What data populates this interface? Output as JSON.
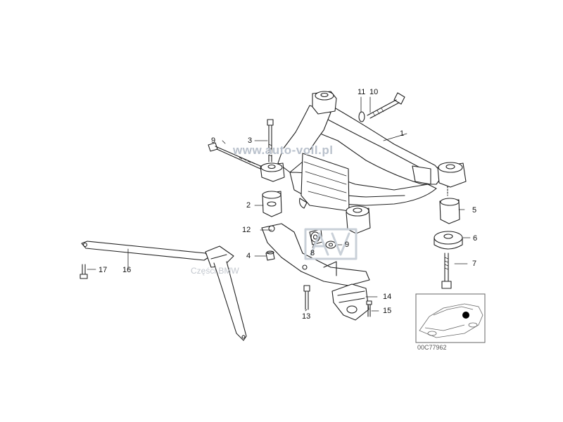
{
  "callouts": {
    "c1": "1",
    "c2": "2",
    "c3": "3",
    "c4": "4",
    "c5": "5",
    "c6": "6",
    "c7": "7",
    "c8": "8",
    "c9a": "9",
    "c9b": "9",
    "c10": "10",
    "c11": "11",
    "c12": "12",
    "c13": "13",
    "c14": "14",
    "c15": "15",
    "c16": "16",
    "c17": "17"
  },
  "watermarks": {
    "site": "www.auto-voll.pl",
    "parts": "Części BMW",
    "logo": "AV"
  },
  "reference_code": "00C77962",
  "colors": {
    "line": "#222222",
    "watermark": "#b9c1cc",
    "highlight_dot": "#000000"
  }
}
